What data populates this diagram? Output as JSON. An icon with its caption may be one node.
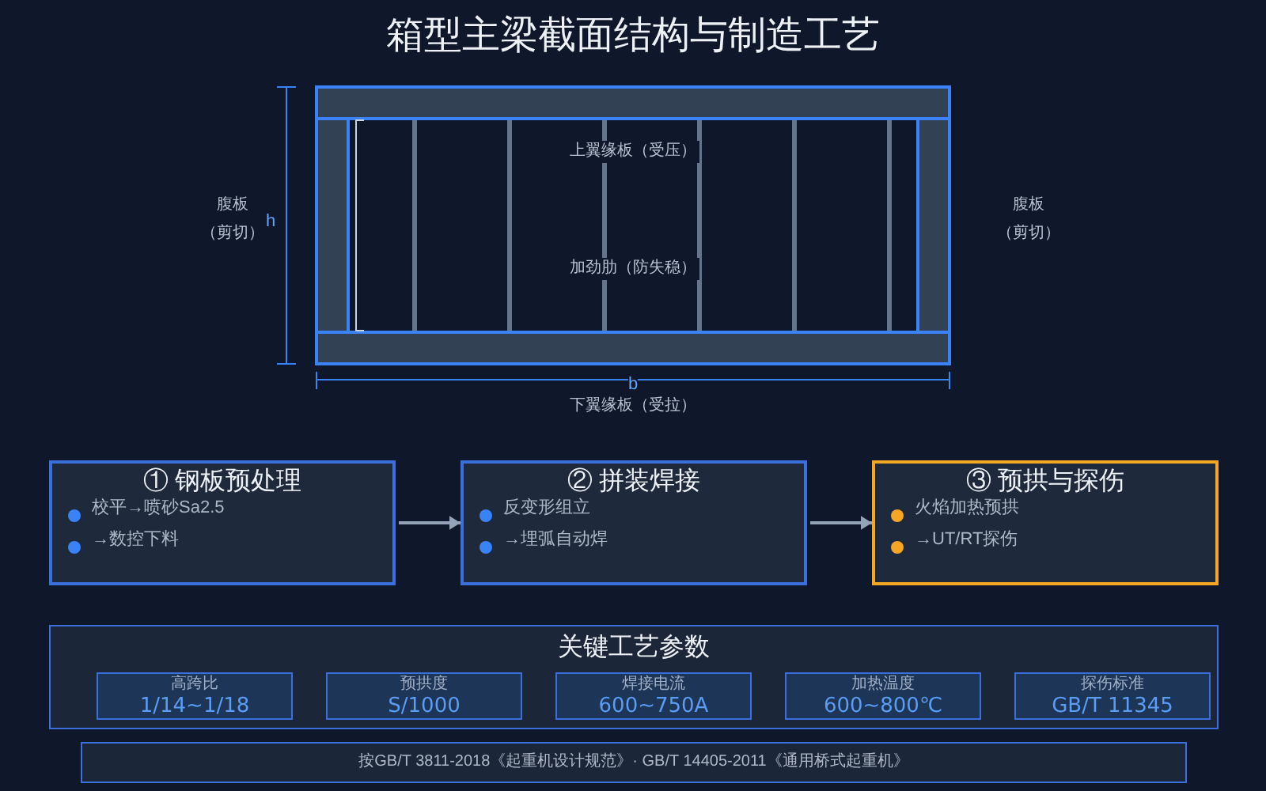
{
  "diagram": {
    "title": "箱型主梁截面结构与制造工艺",
    "nodes": [
      {
        "text": [
          "① 钢板预处理",
          "校平→喷砂Sa2.5",
          "→数控下料"
        ]
      },
      {
        "text": [
          "② 拼装焊接",
          "反变形组立",
          "→埋弧自动焊"
        ]
      },
      {
        "text": [
          "③ 预拱与探伤",
          "火焰加热预拱",
          "→UT/RT探伤"
        ]
      },
      {
        "text": [
          "关键工艺参数"
        ]
      },
      {
        "text": [
          "高跨比",
          "1/14~1/18"
        ],
        "in": 3
      },
      {
        "text": [
          "预拱度",
          "S/1000"
        ],
        "in": 3
      },
      {
        "text": [
          "焊接电流",
          "600~750A"
        ],
        "in": 3
      },
      {
        "text": [
          "加热温度",
          "600~800℃"
        ],
        "in": 3
      },
      {
        "text": [
          "探伤标准",
          "GB/T 11345"
        ],
        "in": 3
      },
      {
        "text": [
          "按GB/T 3811-2018《起重机设计规范》· GB/T 14405-2011《通用桥式起重机》"
        ]
      }
    ],
    "edges": [
      {
        "from": 0,
        "to": 1,
        "arrow": "to"
      },
      {
        "from": 1,
        "to": 2,
        "arrow": "to"
      }
    ],
    "labels": [
      "上翼缘板（受压）",
      "腹板（剪切）",
      "h",
      "腹板（剪切）",
      "加劲肋（防失稳）",
      "b",
      "下翼缘板（受拉）"
    ]
  }
}
